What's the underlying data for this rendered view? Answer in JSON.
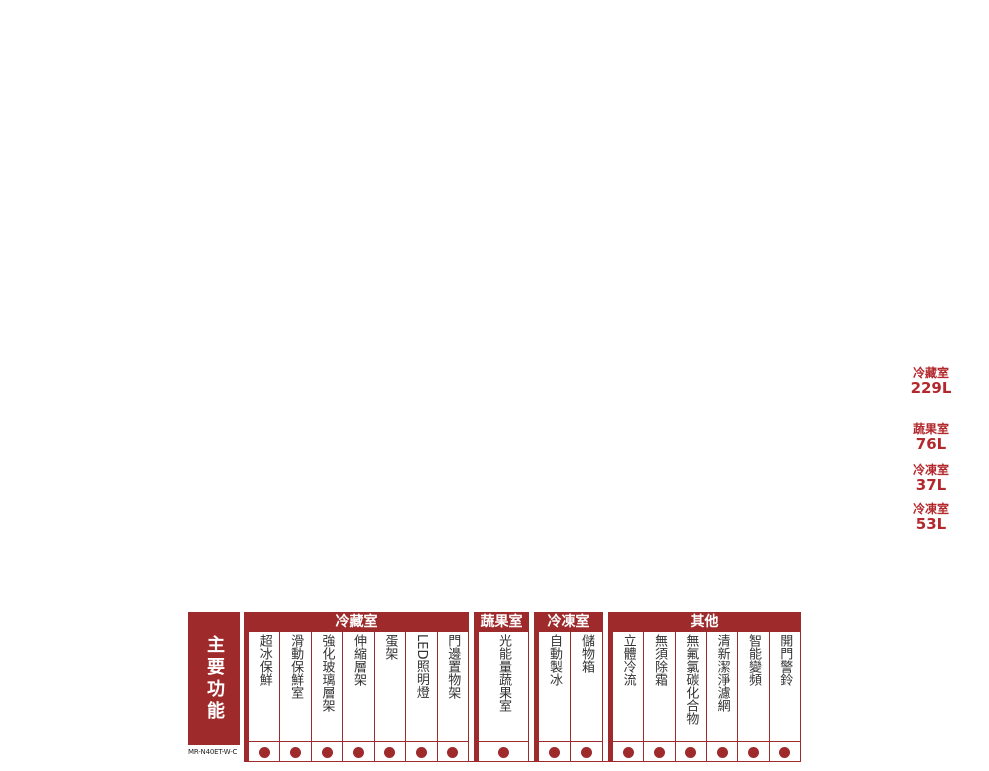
{
  "capacities": [
    {
      "name": "冷藏室",
      "value": "229L"
    },
    {
      "name": "蔬果室",
      "value": "76L"
    },
    {
      "name": "冷凍室",
      "value": "37L"
    },
    {
      "name": "冷凍室",
      "value": "53L"
    }
  ],
  "table": {
    "title": "主要功能",
    "model": "MR-N40ET-W-C",
    "groups": [
      {
        "name": "冷藏室",
        "features": [
          "超冰保鮮",
          "滑動保鮮室",
          "強化玻璃層架",
          "伸縮層架",
          "蛋架",
          "LED照明燈",
          "門邊置物架"
        ]
      },
      {
        "name": "蔬果室",
        "features": [
          "光能量蔬果室"
        ]
      },
      {
        "name": "冷凍室",
        "features": [
          "自動製冰",
          "儲物箱"
        ]
      },
      {
        "name": "其他",
        "features": [
          "立體冷流",
          "無須除霜",
          "無氟氯碳化合物",
          "清新潔淨濾網",
          "智能變頻",
          "開門警鈴"
        ]
      }
    ]
  },
  "colors": {
    "accent": "#9e2a2b",
    "capacity_text": "#b3282d"
  }
}
